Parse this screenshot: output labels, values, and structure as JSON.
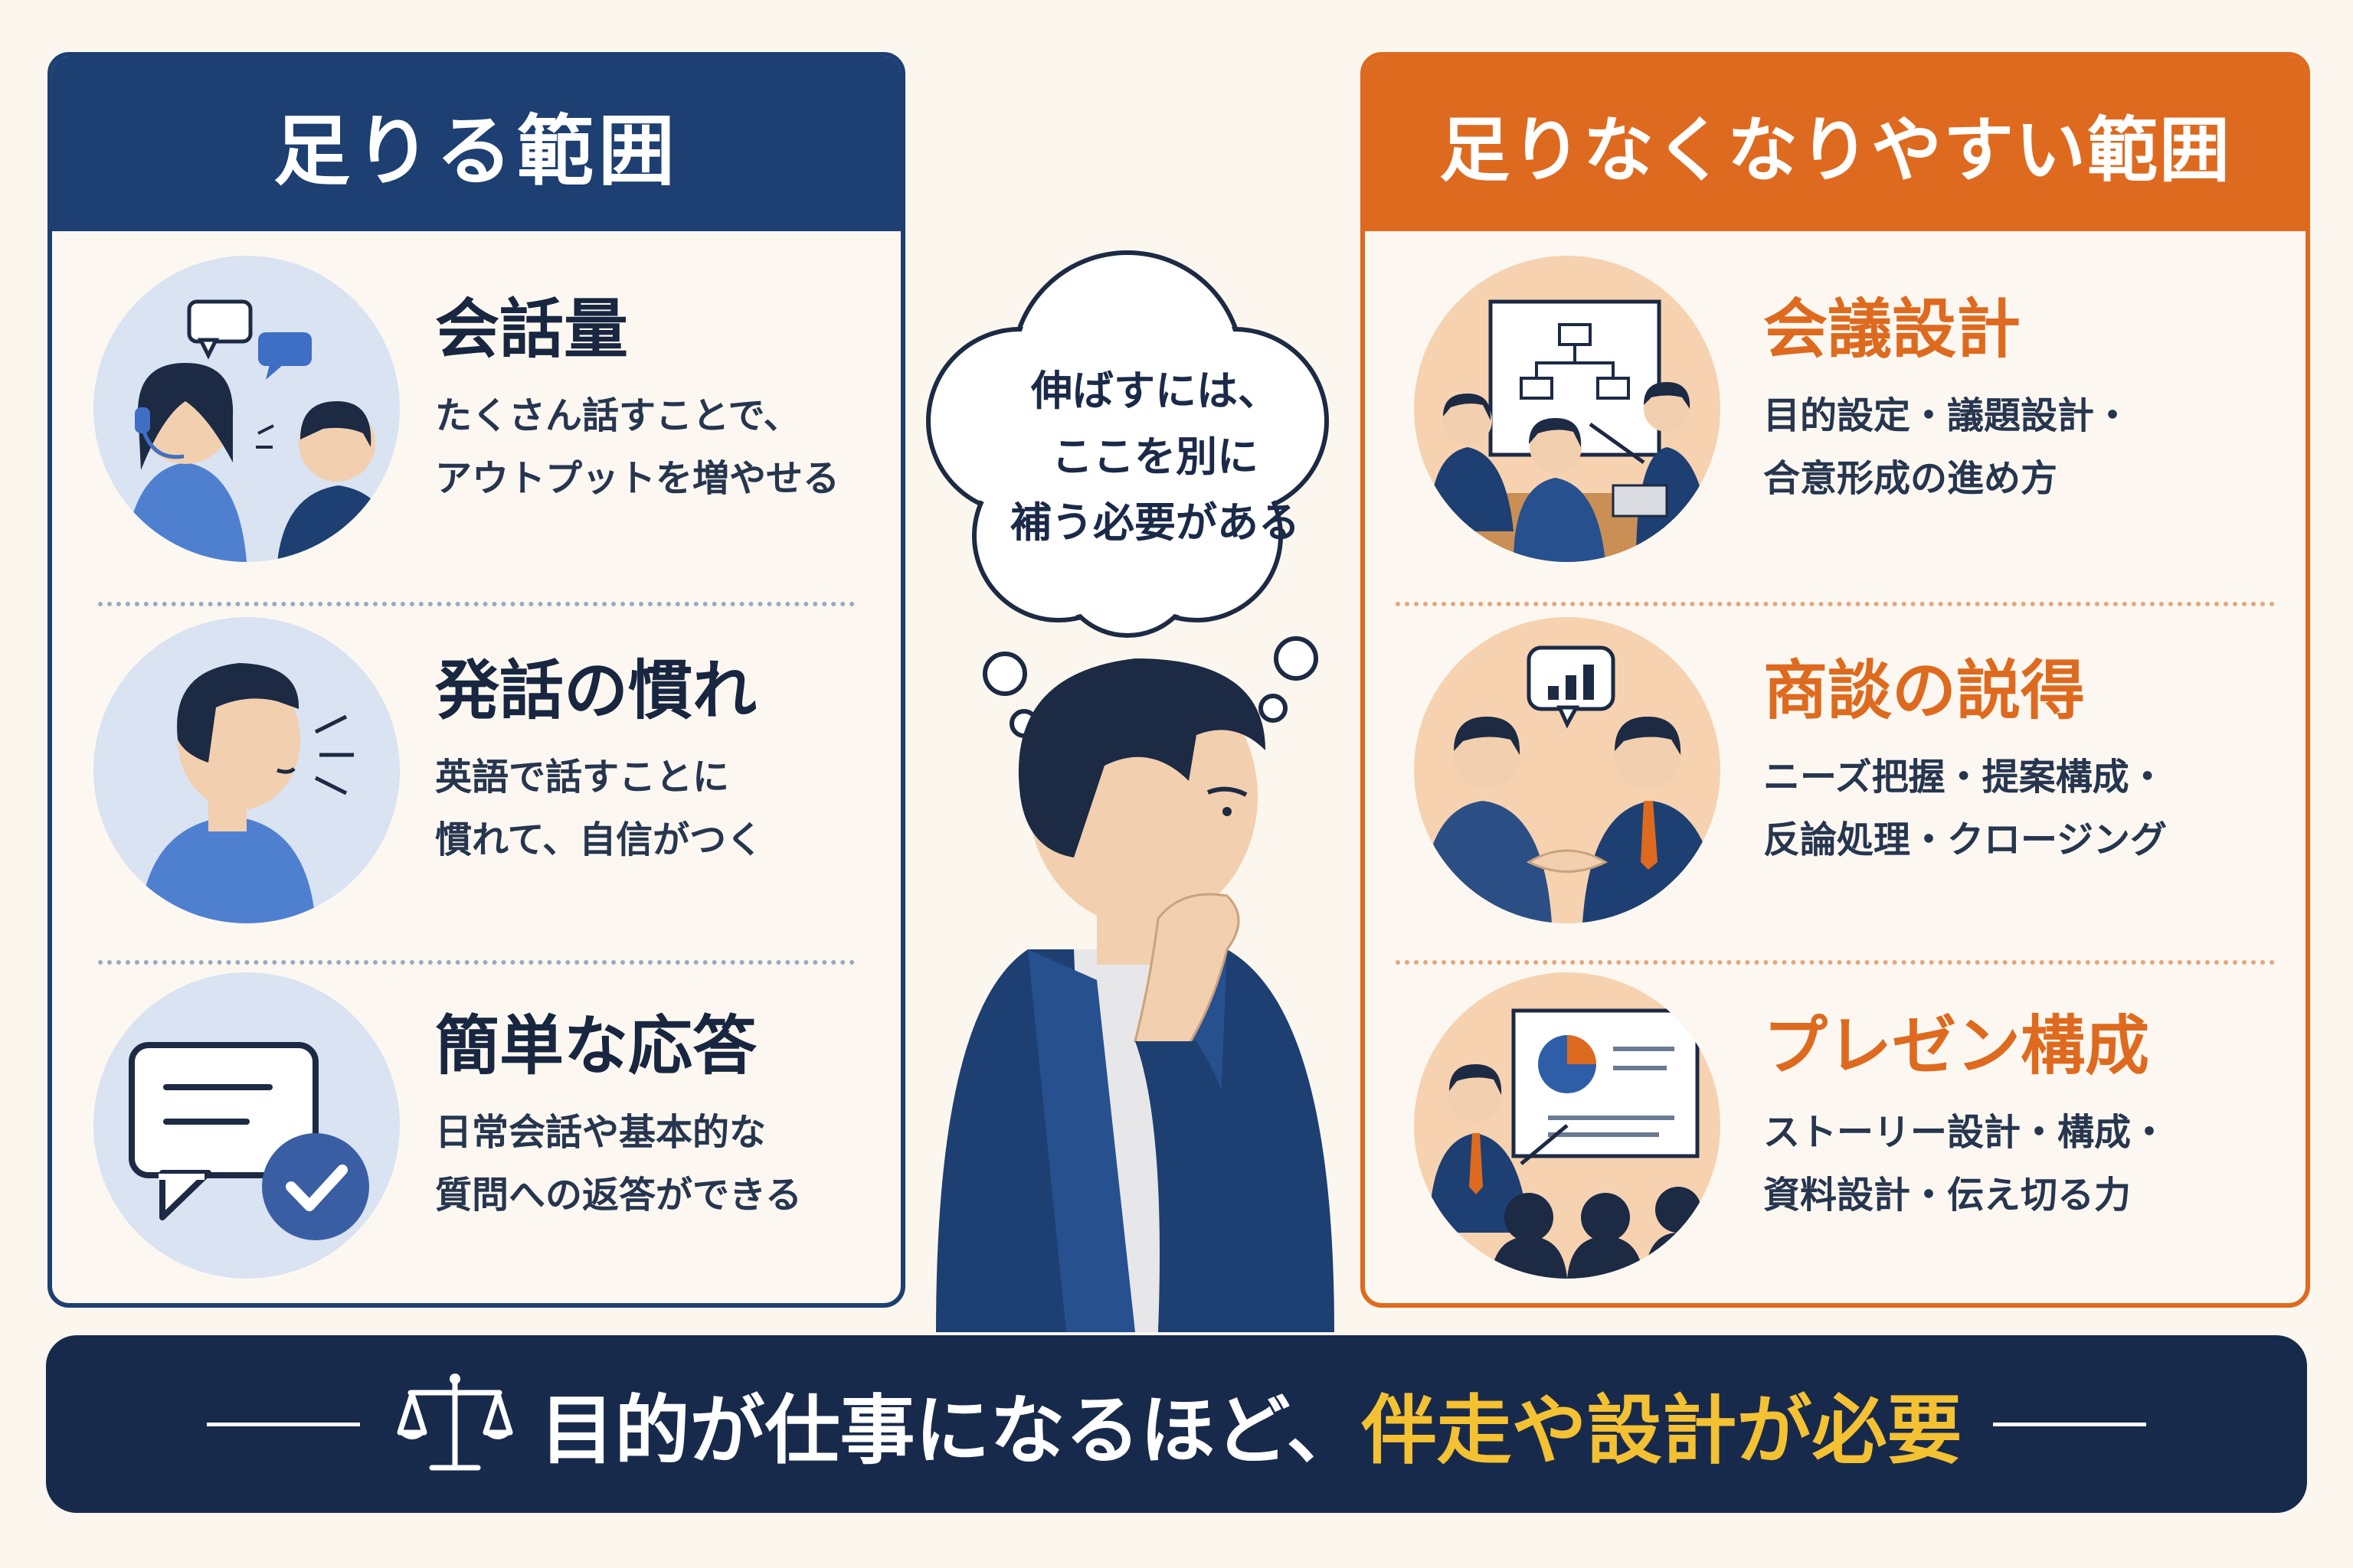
{
  "left_panel": {
    "title": "足りる範囲",
    "items": [
      {
        "title": "会話量",
        "desc": [
          "たくさん話すことで、",
          "アウトプットを増やせる"
        ]
      },
      {
        "title": "発話の慣れ",
        "desc": [
          "英語で話すことに",
          "慣れて、自信がつく"
        ]
      },
      {
        "title": "簡単な応答",
        "desc": [
          "日常会話や基本的な",
          "質問への返答ができる"
        ]
      }
    ]
  },
  "right_panel": {
    "title": "足りなくなりやすい範囲",
    "items": [
      {
        "title": "会議設計",
        "desc": [
          "目的設定・議題設計・",
          "合意形成の進め方"
        ]
      },
      {
        "title": "商談の説得",
        "desc": [
          "ニーズ把握・提案構成・",
          "反論処理・クロージング"
        ]
      },
      {
        "title": "プレゼン構成",
        "desc": [
          "ストーリー設計・構成・",
          "資料設計・伝え切る力"
        ]
      }
    ]
  },
  "thought_bubble": {
    "lines": [
      "伸ばすには、",
      "ここを別に",
      "補う必要がある"
    ]
  },
  "banner": {
    "text_main": "目的が仕事になるほど、",
    "text_highlight": "伴走や設計が必要"
  },
  "colors": {
    "navy": "#1d3f72",
    "orange": "#de6a1f",
    "banner_bg": "#182a4c",
    "highlight": "#f4c132",
    "background": "#fbf6ee"
  },
  "icons": {
    "left": [
      "headset-conversation-icon",
      "speaking-person-icon",
      "chat-check-icon"
    ],
    "right": [
      "meeting-whiteboard-icon",
      "handshake-chart-icon",
      "presentation-audience-icon"
    ],
    "banner": "balance-scale-icon",
    "center": "thinking-man-illustration"
  }
}
